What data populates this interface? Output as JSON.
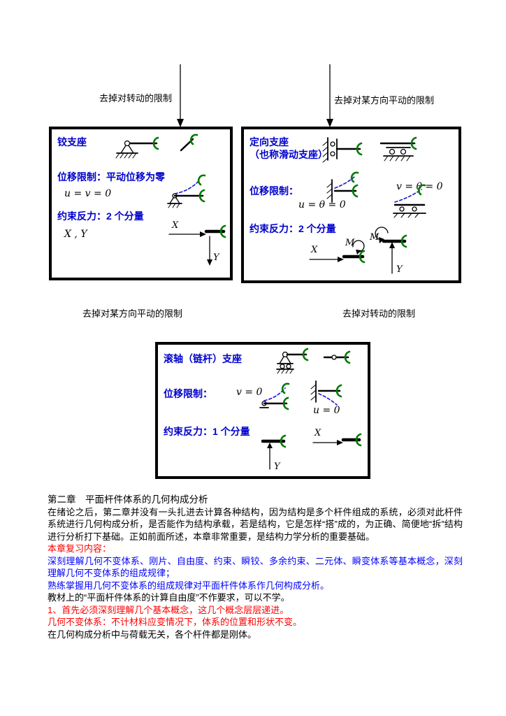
{
  "page": {
    "blue": "#0000cc",
    "red": "#ff0000",
    "green": "#007a00"
  },
  "top": {
    "left_arrow_label": "去掉对转动的限制",
    "right_arrow_label": "去掉对某方向平动的限制"
  },
  "mid": {
    "left_label": "去掉对某方向平动的限制",
    "right_label": "去掉对转动的限制"
  },
  "hinge_box": {
    "title": "铰支座",
    "displacement_label": "位移限制：平动位移为零",
    "displacement_eq": "u = v = 0",
    "reaction_label": "约束反力：2 个分量",
    "reaction_components": "X , Y",
    "axis_x": "X",
    "axis_y": "Y"
  },
  "directional_box": {
    "title_line1": "定向支座",
    "title_line2": "（也称滑动支座）",
    "displacement_label": "位移限制：",
    "eq_left": "u = θ = 0",
    "eq_right": "v = θ = 0",
    "reaction_label": "约束反力：2 个分量",
    "axis_x": "X",
    "axis_y": "Y",
    "moment": "M"
  },
  "roller_box": {
    "title": "滚轴（链杆）支座",
    "displacement_label": "位移限制：",
    "eq_left": "v = 0",
    "eq_right": "u = 0",
    "reaction_label": "约束反力：1 个分量",
    "axis_x": "X",
    "axis_y": "Y"
  },
  "body": {
    "chapter_title": "第二章　平面杆件体系的几何构成分析",
    "para1": "在绪论之后，第二章并没有一头扎进去计算各种结构，因为结构是多个杆件组成的系统，必须对此杆件系统进行几何构成分析，是否能作为结构承载，若是结构，它是怎样“搭”成的，为正确、简便地“拆”结构进行分析打下基础。正如前面所述，本章非常重要，是结构力学分析的重要基础。",
    "review_heading": "本章复习内容：",
    "review_item1": "深刻理解几何不变体系、刚片、自由度、约束、瞬铰、多余约束、二元体、瞬变体系等基本概念，深刻理解几何不变体系的组成规律；",
    "review_item2": "熟练掌握用几何不变体系的组成规律对平面杆件体系作几何构成分析。",
    "note1": "教材上的“平面杆件体系的计算自由度”不作要求，可以不学。",
    "point1": "1、首先必须深刻理解几个基本概念，这几个概念层层递进。",
    "definition": "几何不变体系：不计材料应变情况下，体系的位置和形状不变。",
    "note2": "在几何构成分析中与荷载无关，各个杆件都是刚体。"
  }
}
